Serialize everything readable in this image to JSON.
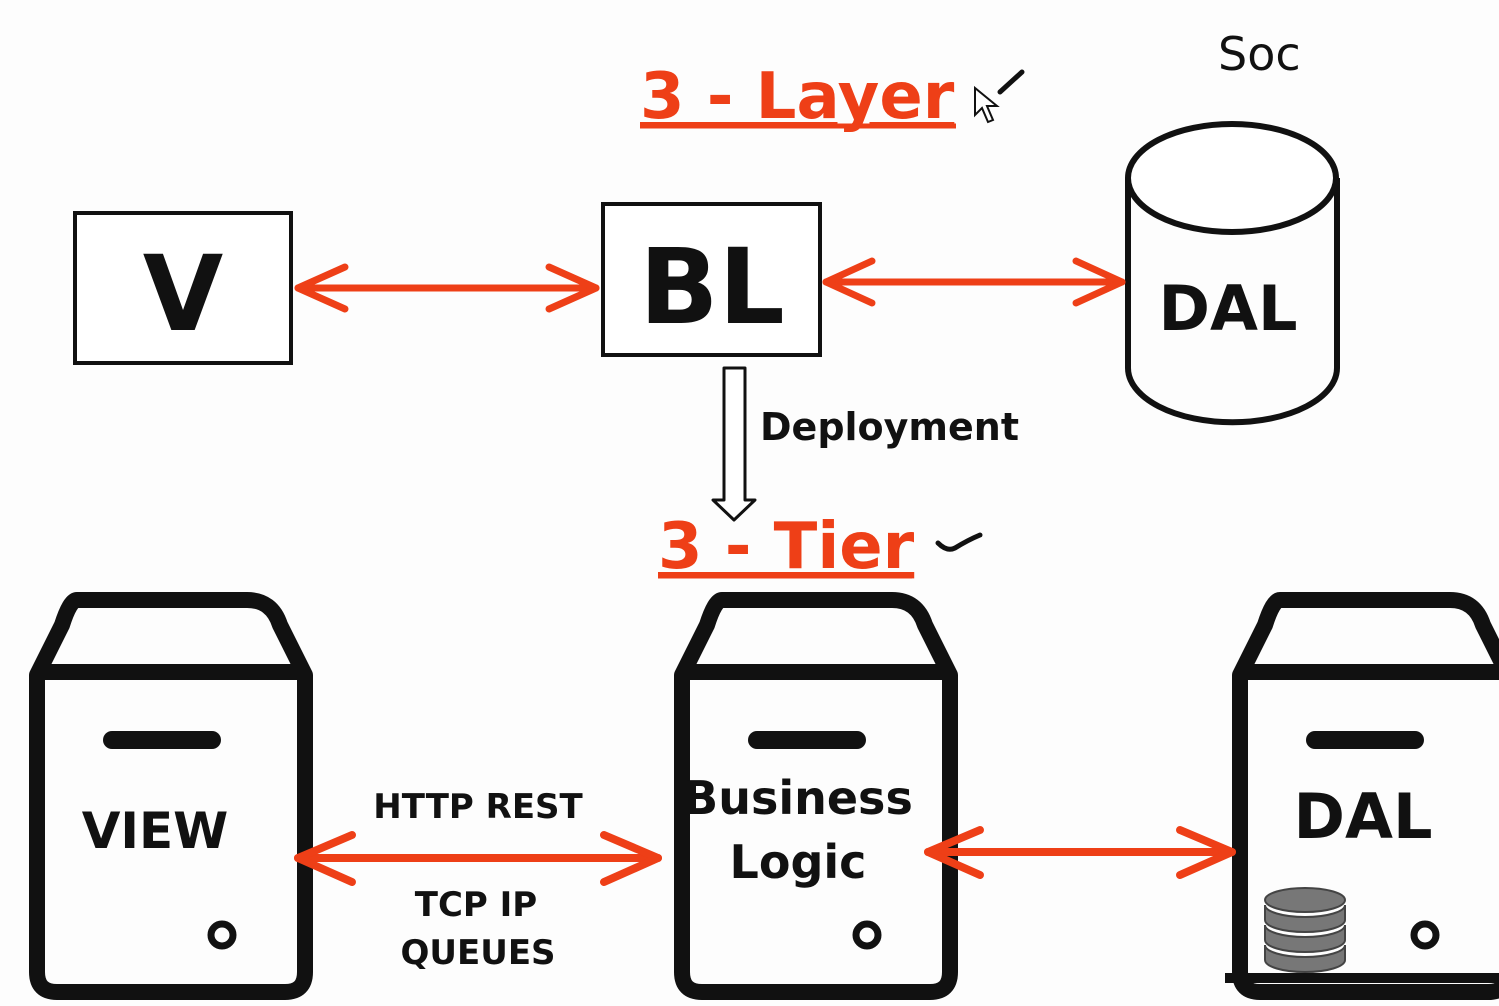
{
  "titles": {
    "layer": "3 - Layer",
    "tier": "3 - Tier"
  },
  "annotations": {
    "soc": "Soc"
  },
  "layer_diagram": {
    "view_box": "V",
    "bl_box": "BL",
    "dal_cylinder": "DAL",
    "deployment_label": "Deployment"
  },
  "tier_diagram": {
    "view_server": "VIEW",
    "business_server_line1": "Business",
    "business_server_line2": "Logic",
    "dal_server": "DAL",
    "protocol_top": "HTTP REST",
    "protocol_bottom_line1": "TCP IP",
    "protocol_bottom_line2": "QUEUES"
  },
  "colors": {
    "accent": "#ee3f17",
    "ink": "#111111"
  }
}
